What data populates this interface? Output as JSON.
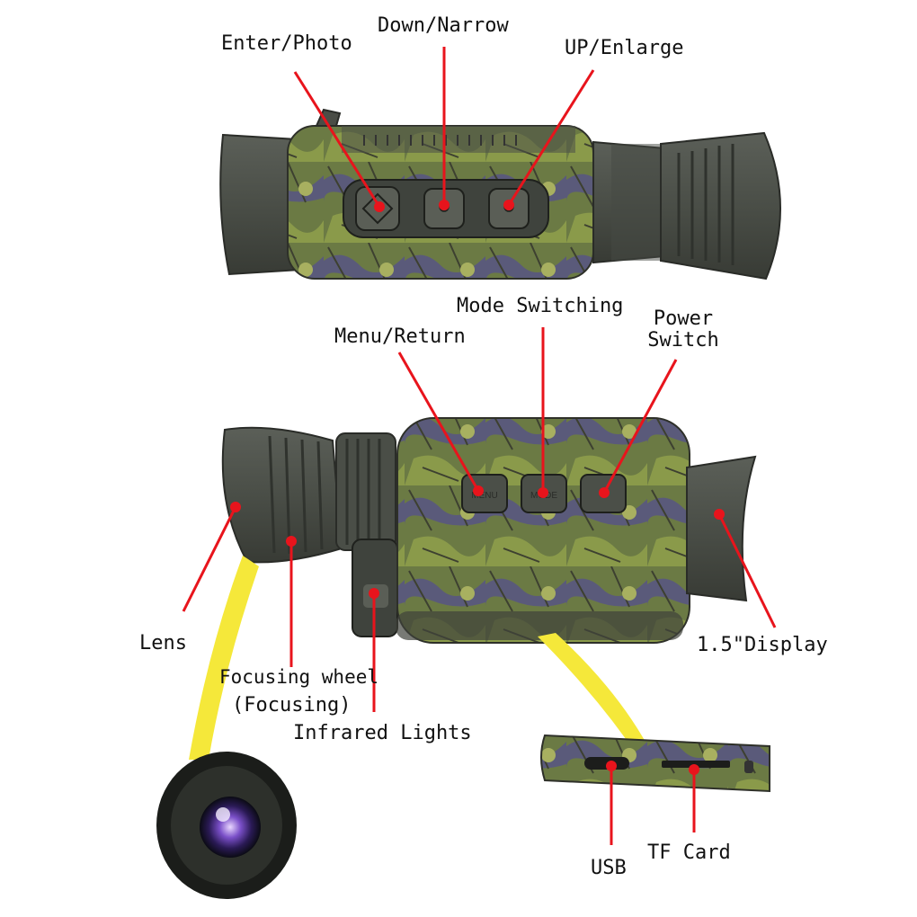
{
  "colors": {
    "leader_line": "#e8141c",
    "highlight": "#f5e83a",
    "body_dark": "#4a4e46",
    "camo_green": "#6f7d45",
    "camo_purple": "#5a5a7c",
    "background": "#ffffff"
  },
  "labels": {
    "enter_photo": "Enter/Photo",
    "down_narrow": "Down/Narrow",
    "up_enlarge": "UP/Enlarge",
    "mode_switching": "Mode Switching",
    "menu_return": "Menu/Return",
    "power_switch_line1": "Power",
    "power_switch_line2": "Switch",
    "lens": "Lens",
    "focusing_wheel_line1": "Focusing wheel",
    "focusing_wheel_line2": "(Focusing)",
    "infrared_lights": "Infrared Lights",
    "display": "1.5\"Display",
    "usb": "USB",
    "tf_card": "TF Card"
  },
  "button_marks": {
    "menu": "MENU",
    "mode": "MODE"
  },
  "icons": {
    "enter": "diamond-icon",
    "down": "zoom-out-icon",
    "up": "zoom-in-icon"
  }
}
